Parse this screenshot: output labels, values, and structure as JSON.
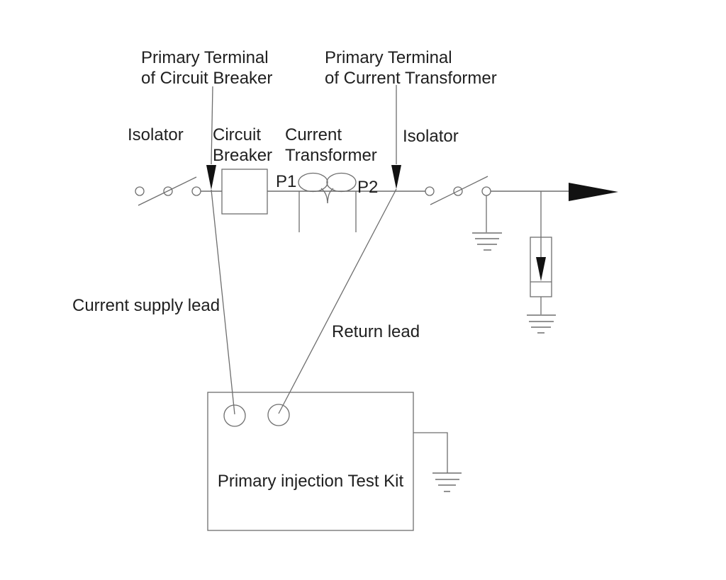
{
  "colors": {
    "background": "#ffffff",
    "line": "#6e6e6e",
    "text": "#1f1f1f",
    "arrow_fill": "#121212"
  },
  "labels": {
    "primary_terminal_cb": {
      "line1": "Primary Terminal",
      "line2": "of Circuit Breaker"
    },
    "primary_terminal_ct": {
      "line1": "Primary Terminal",
      "line2": "of Current Transformer"
    },
    "isolator_left": "Isolator",
    "circuit_breaker": {
      "line1": "Circuit",
      "line2": "Breaker"
    },
    "current_transformer": {
      "line1": "Current",
      "line2": "Transformer"
    },
    "isolator_right": "Isolator",
    "terminal_p1": "P1",
    "terminal_p2": "P2",
    "current_supply_lead": "Current supply lead",
    "return_lead": "Return lead",
    "test_kit": "Primary injection Test Kit"
  }
}
